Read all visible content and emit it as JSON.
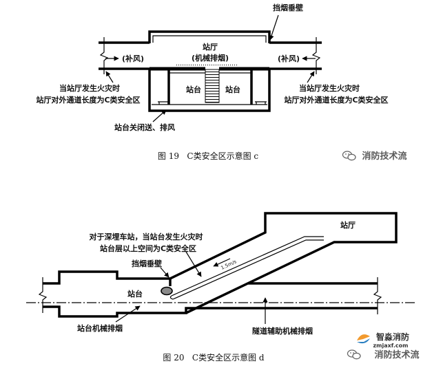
{
  "figure19": {
    "smoke_curtain_label": "挡烟垂壁",
    "hall_label": "站厅",
    "hall_sub_label": "(机械排烟)",
    "left_makeup_air": "(补风)",
    "right_makeup_air": "(补风)",
    "platform_left": "站台",
    "platform_right": "站台",
    "left_note_line1": "当站厅发生火灾时",
    "left_note_line2": "站厅对外通道长度为C类安全区",
    "right_note_line1": "当站厅发生火灾时",
    "right_note_line2": "站厅对外通道长度为C类安全区",
    "platform_note": "站台关闭送、排风",
    "caption": "图 19   C类安全区示意图 c"
  },
  "watermark_top": {
    "icon": "wechat-icon",
    "text": "消防技术流"
  },
  "figure20": {
    "hall_label": "站厅",
    "note_line1": "对于深埋车站，当站台发生火灾时",
    "note_line2": "站台层以上空间为C类安全区",
    "smoke_curtain_label": "挡烟垂壁",
    "platform_label": "站台",
    "airflow_label": "1.5m/s",
    "platform_exhaust_label": "站台机械排烟",
    "tunnel_exhaust_label": "隧道辅助机械排烟",
    "caption": "图 20   C类安全区示意图 d"
  },
  "watermark_bottom": {
    "logo_icon": "zhimiao-logo-icon",
    "brand": "智淼消防",
    "site": "zmjaxf.com",
    "icon": "wechat-icon",
    "text": "消防技术流"
  }
}
